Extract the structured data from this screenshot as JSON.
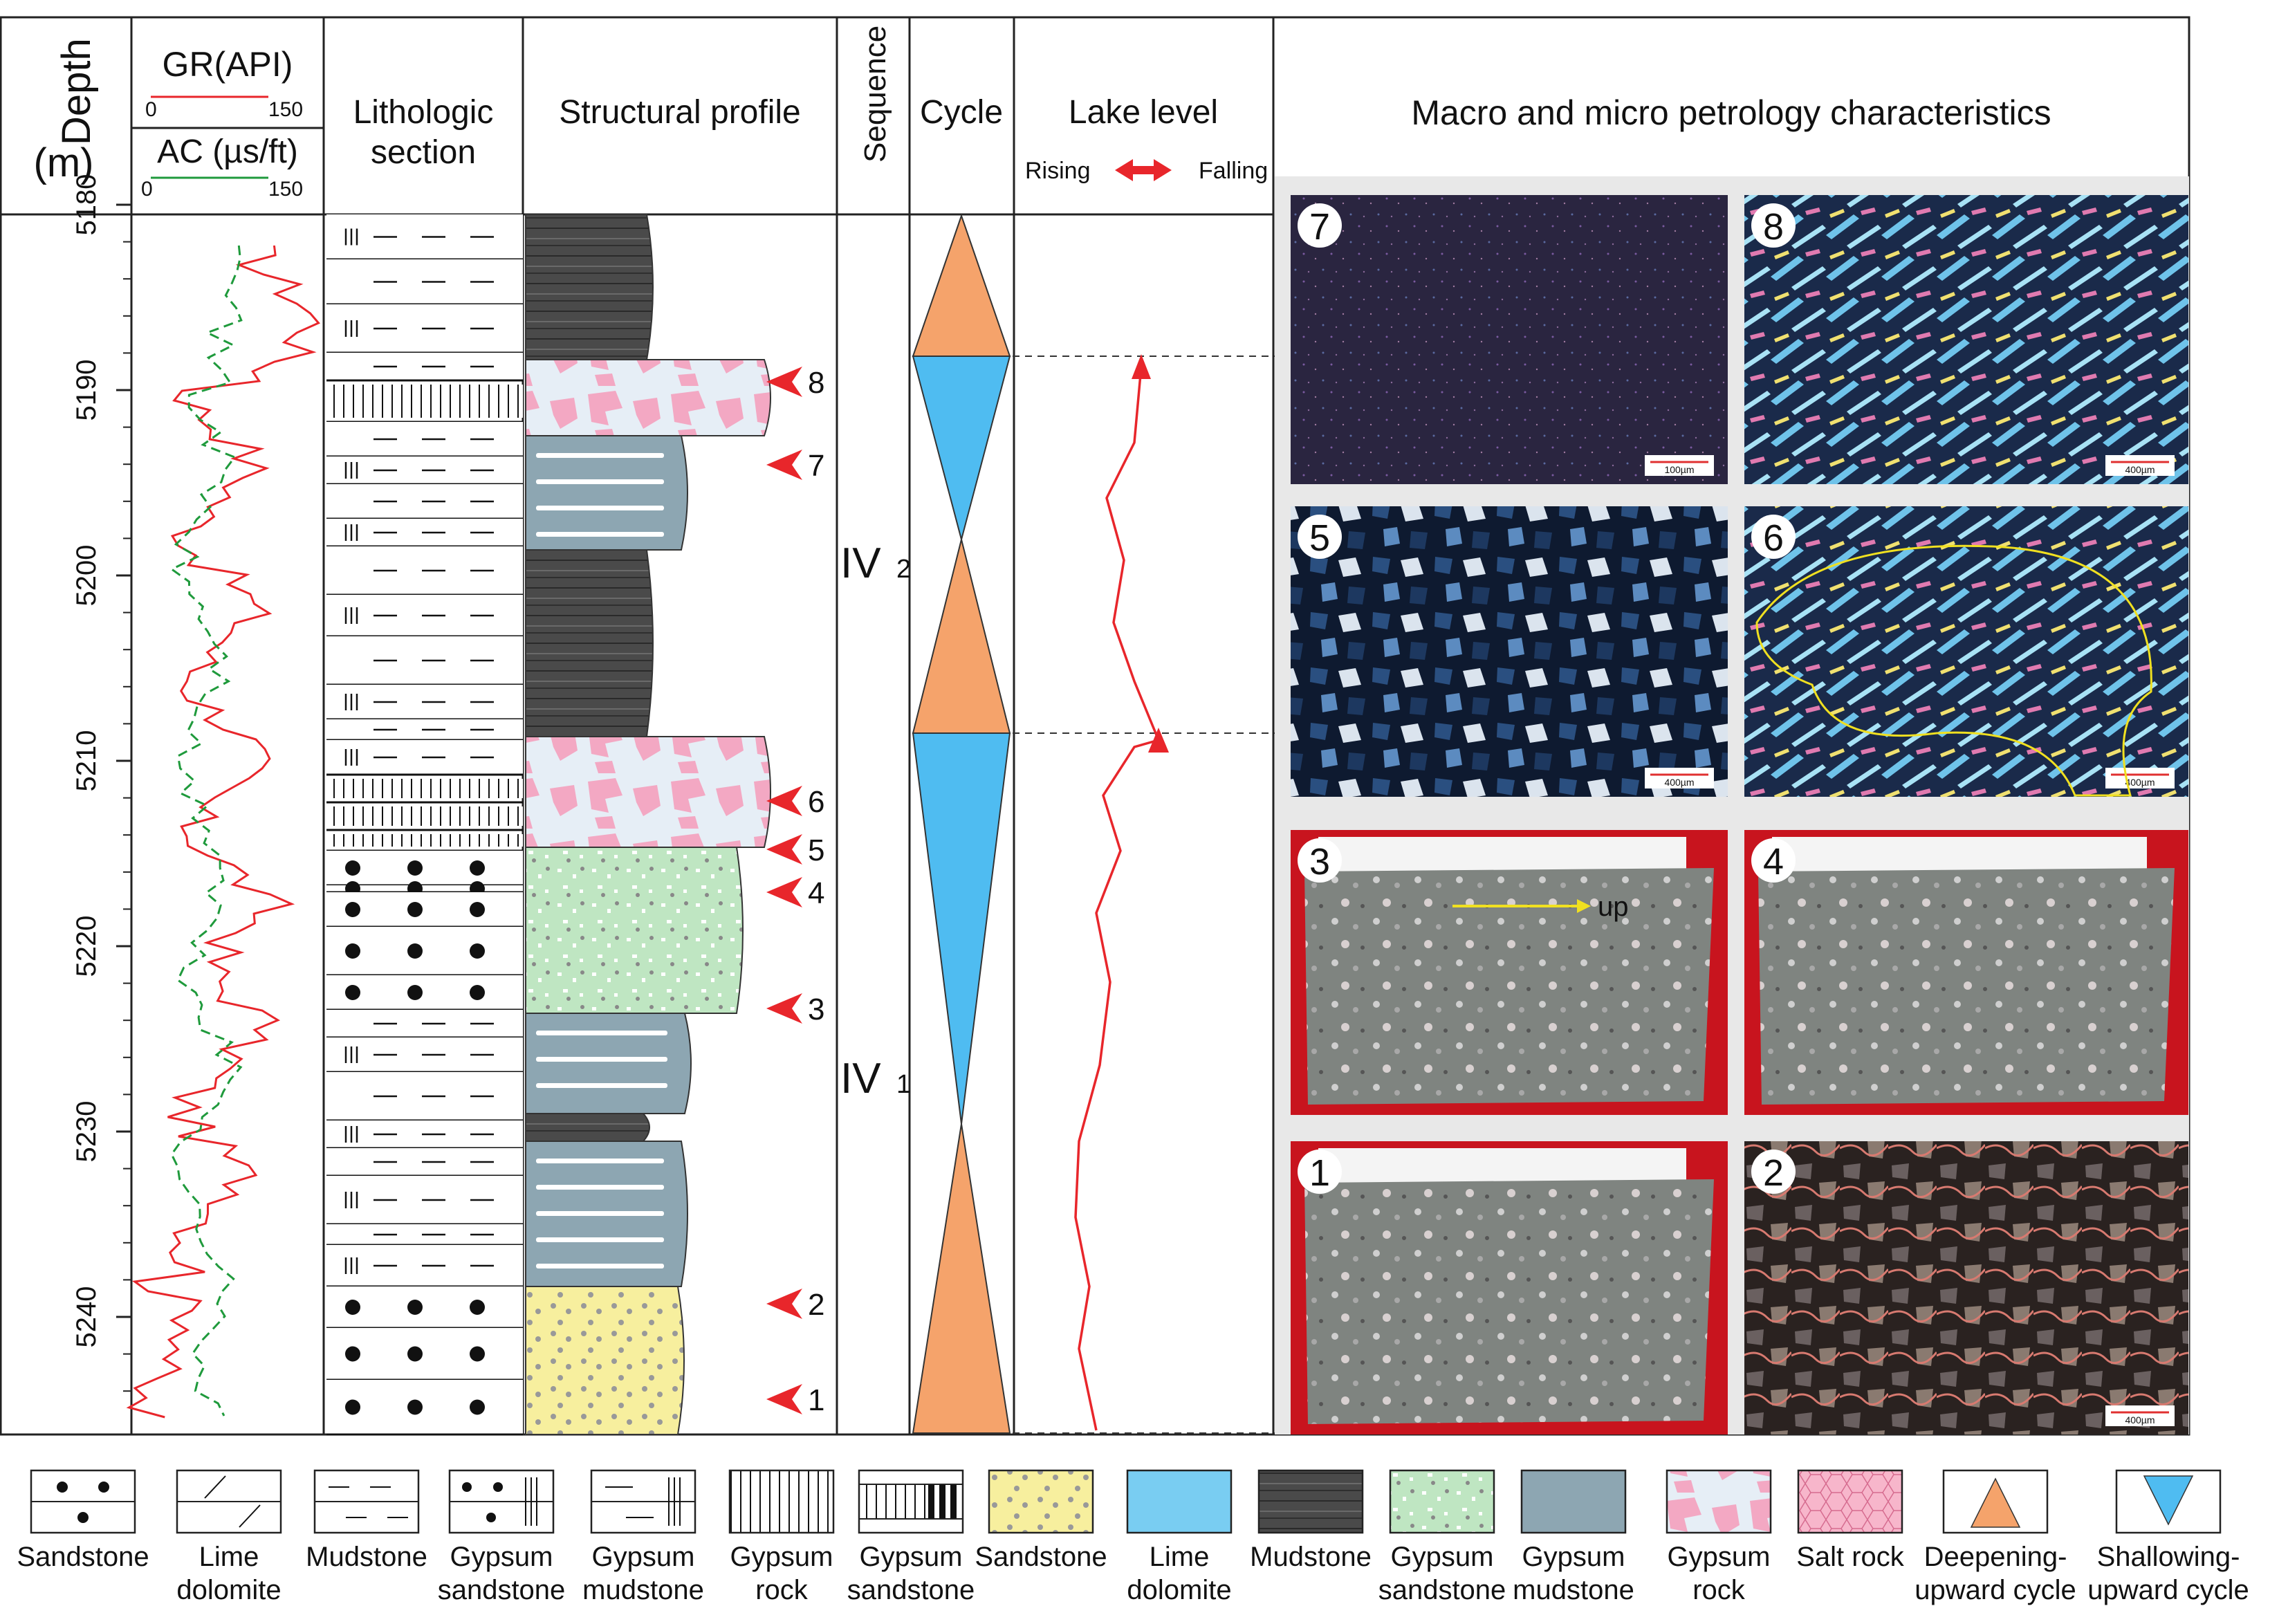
{
  "headers": {
    "depth": [
      "Depth",
      "(m)"
    ],
    "gr": "GR(API)",
    "gr_min": "0",
    "gr_max": "150",
    "ac": "AC (µs/ft)",
    "ac_min": "0",
    "ac_max": "150",
    "lithologic": [
      "Lithologic",
      "section"
    ],
    "structural": "Structural profile",
    "sequence": "Sequence",
    "cycle": "Cycle",
    "lake_level": "Lake level",
    "rising": "Rising",
    "falling": "Falling",
    "macro": "Macro and micro petrology characteristics"
  },
  "depth_ticks": [
    "5180",
    "5190",
    "5200",
    "5210",
    "5220",
    "5230",
    "5240"
  ],
  "sequences": [
    {
      "roman": "IV",
      "sub": "2"
    },
    {
      "roman": "IV",
      "sub": "1"
    }
  ],
  "sample_markers": [
    "8",
    "7",
    "6",
    "5",
    "4",
    "3",
    "2",
    "1"
  ],
  "photos": [
    {
      "num": "7",
      "scale": "100µm"
    },
    {
      "num": "8",
      "scale": "400µm"
    },
    {
      "num": "5",
      "scale": "400µm"
    },
    {
      "num": "6",
      "scale": "400µm"
    },
    {
      "num": "3",
      "scale": ""
    },
    {
      "num": "4",
      "scale": ""
    },
    {
      "num": "1",
      "scale": ""
    },
    {
      "num": "2",
      "scale": "400µm"
    }
  ],
  "photo_annotation": "up",
  "legend": [
    {
      "line1": "Sandstone",
      "line2": ""
    },
    {
      "line1": "Lime",
      "line2": "dolomite"
    },
    {
      "line1": "Mudstone",
      "line2": ""
    },
    {
      "line1": "Gypsum",
      "line2": "sandstone"
    },
    {
      "line1": "Gypsum",
      "line2": "mudstone"
    },
    {
      "line1": "Gypsum",
      "line2": "rock"
    },
    {
      "line1": "Gypsum",
      "line2": "sandstone"
    },
    {
      "line1": "Sandstone",
      "line2": ""
    },
    {
      "line1": "Lime",
      "line2": "dolomite"
    },
    {
      "line1": "Mudstone",
      "line2": ""
    },
    {
      "line1": "Gypsum",
      "line2": "sandstone"
    },
    {
      "line1": "Gypsum",
      "line2": "mudstone"
    },
    {
      "line1": "Gypsum",
      "line2": "rock"
    },
    {
      "line1": "Salt rock",
      "line2": ""
    },
    {
      "line1": "Deepening-",
      "line2": "upward cycle"
    },
    {
      "line1": "Shallowing-",
      "line2": "upward cycle"
    }
  ],
  "colors": {
    "gr": "#e8262b",
    "ac": "#1f9a3c",
    "sandstone": "#f7ef9e",
    "lime_dolomite": "#79cdf2",
    "mudstone": "#4a4a4a",
    "gypsum_sandstone": "#bfe6c2",
    "gypsum_mudstone": "#8da6b2",
    "gypsum_rock": "#f3a8c3",
    "salt_rock": "#f7b6cb",
    "deepening": "#f5a36b",
    "shallowing": "#4fbcf1",
    "marker": "#e8262b"
  }
}
